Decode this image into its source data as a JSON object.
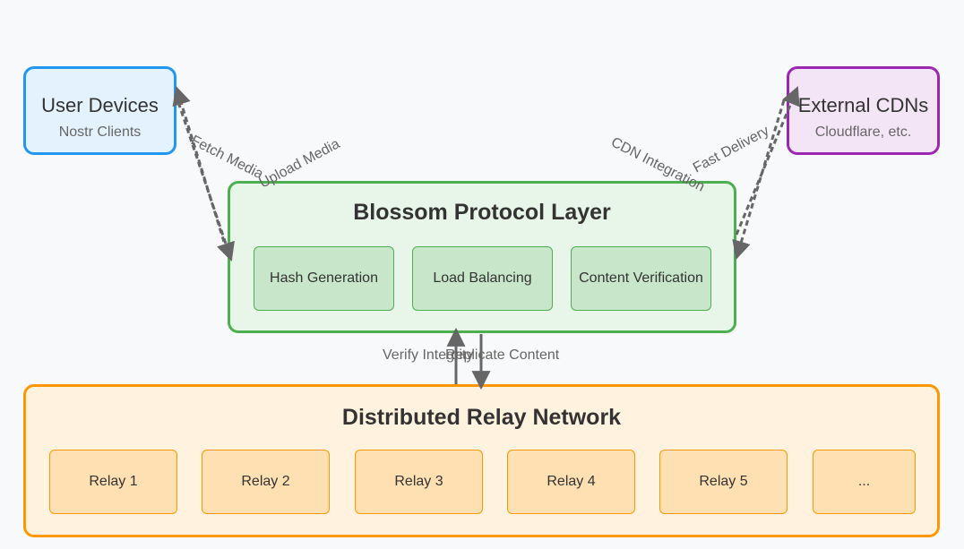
{
  "user_devices": {
    "title": "User Devices",
    "subtitle": "Nostr Clients"
  },
  "external_cdns": {
    "title": "External CDNs",
    "subtitle": "Cloudflare, etc."
  },
  "blossom": {
    "title": "Blossom Protocol Layer",
    "components": [
      "Hash Generation",
      "Load Balancing",
      "Content Verification"
    ]
  },
  "relay_network": {
    "title": "Distributed Relay Network",
    "relays": [
      "Relay 1",
      "Relay 2",
      "Relay 3",
      "Relay 4",
      "Relay 5",
      "..."
    ]
  },
  "edges": {
    "upload_media": "Upload Media",
    "fetch_media": "Fetch Media",
    "cdn_integration": "CDN Integration",
    "fast_delivery": "Fast Delivery",
    "verify_integrity": "Verify Integrity",
    "replicate_content": "Replicate Content"
  },
  "colors": {
    "user_border": "#2196f3",
    "user_fill": "#e3f2fd",
    "cdn_border": "#9c27b0",
    "cdn_fill": "#f3e5f5",
    "blossom_border": "#4caf50",
    "blossom_fill": "#e8f5e9",
    "component_fill": "#c8e6c9",
    "relay_border": "#ff9800",
    "relay_fill": "#fff3e0",
    "relay_item_fill": "#ffe0b2",
    "arrow": "#666666"
  }
}
